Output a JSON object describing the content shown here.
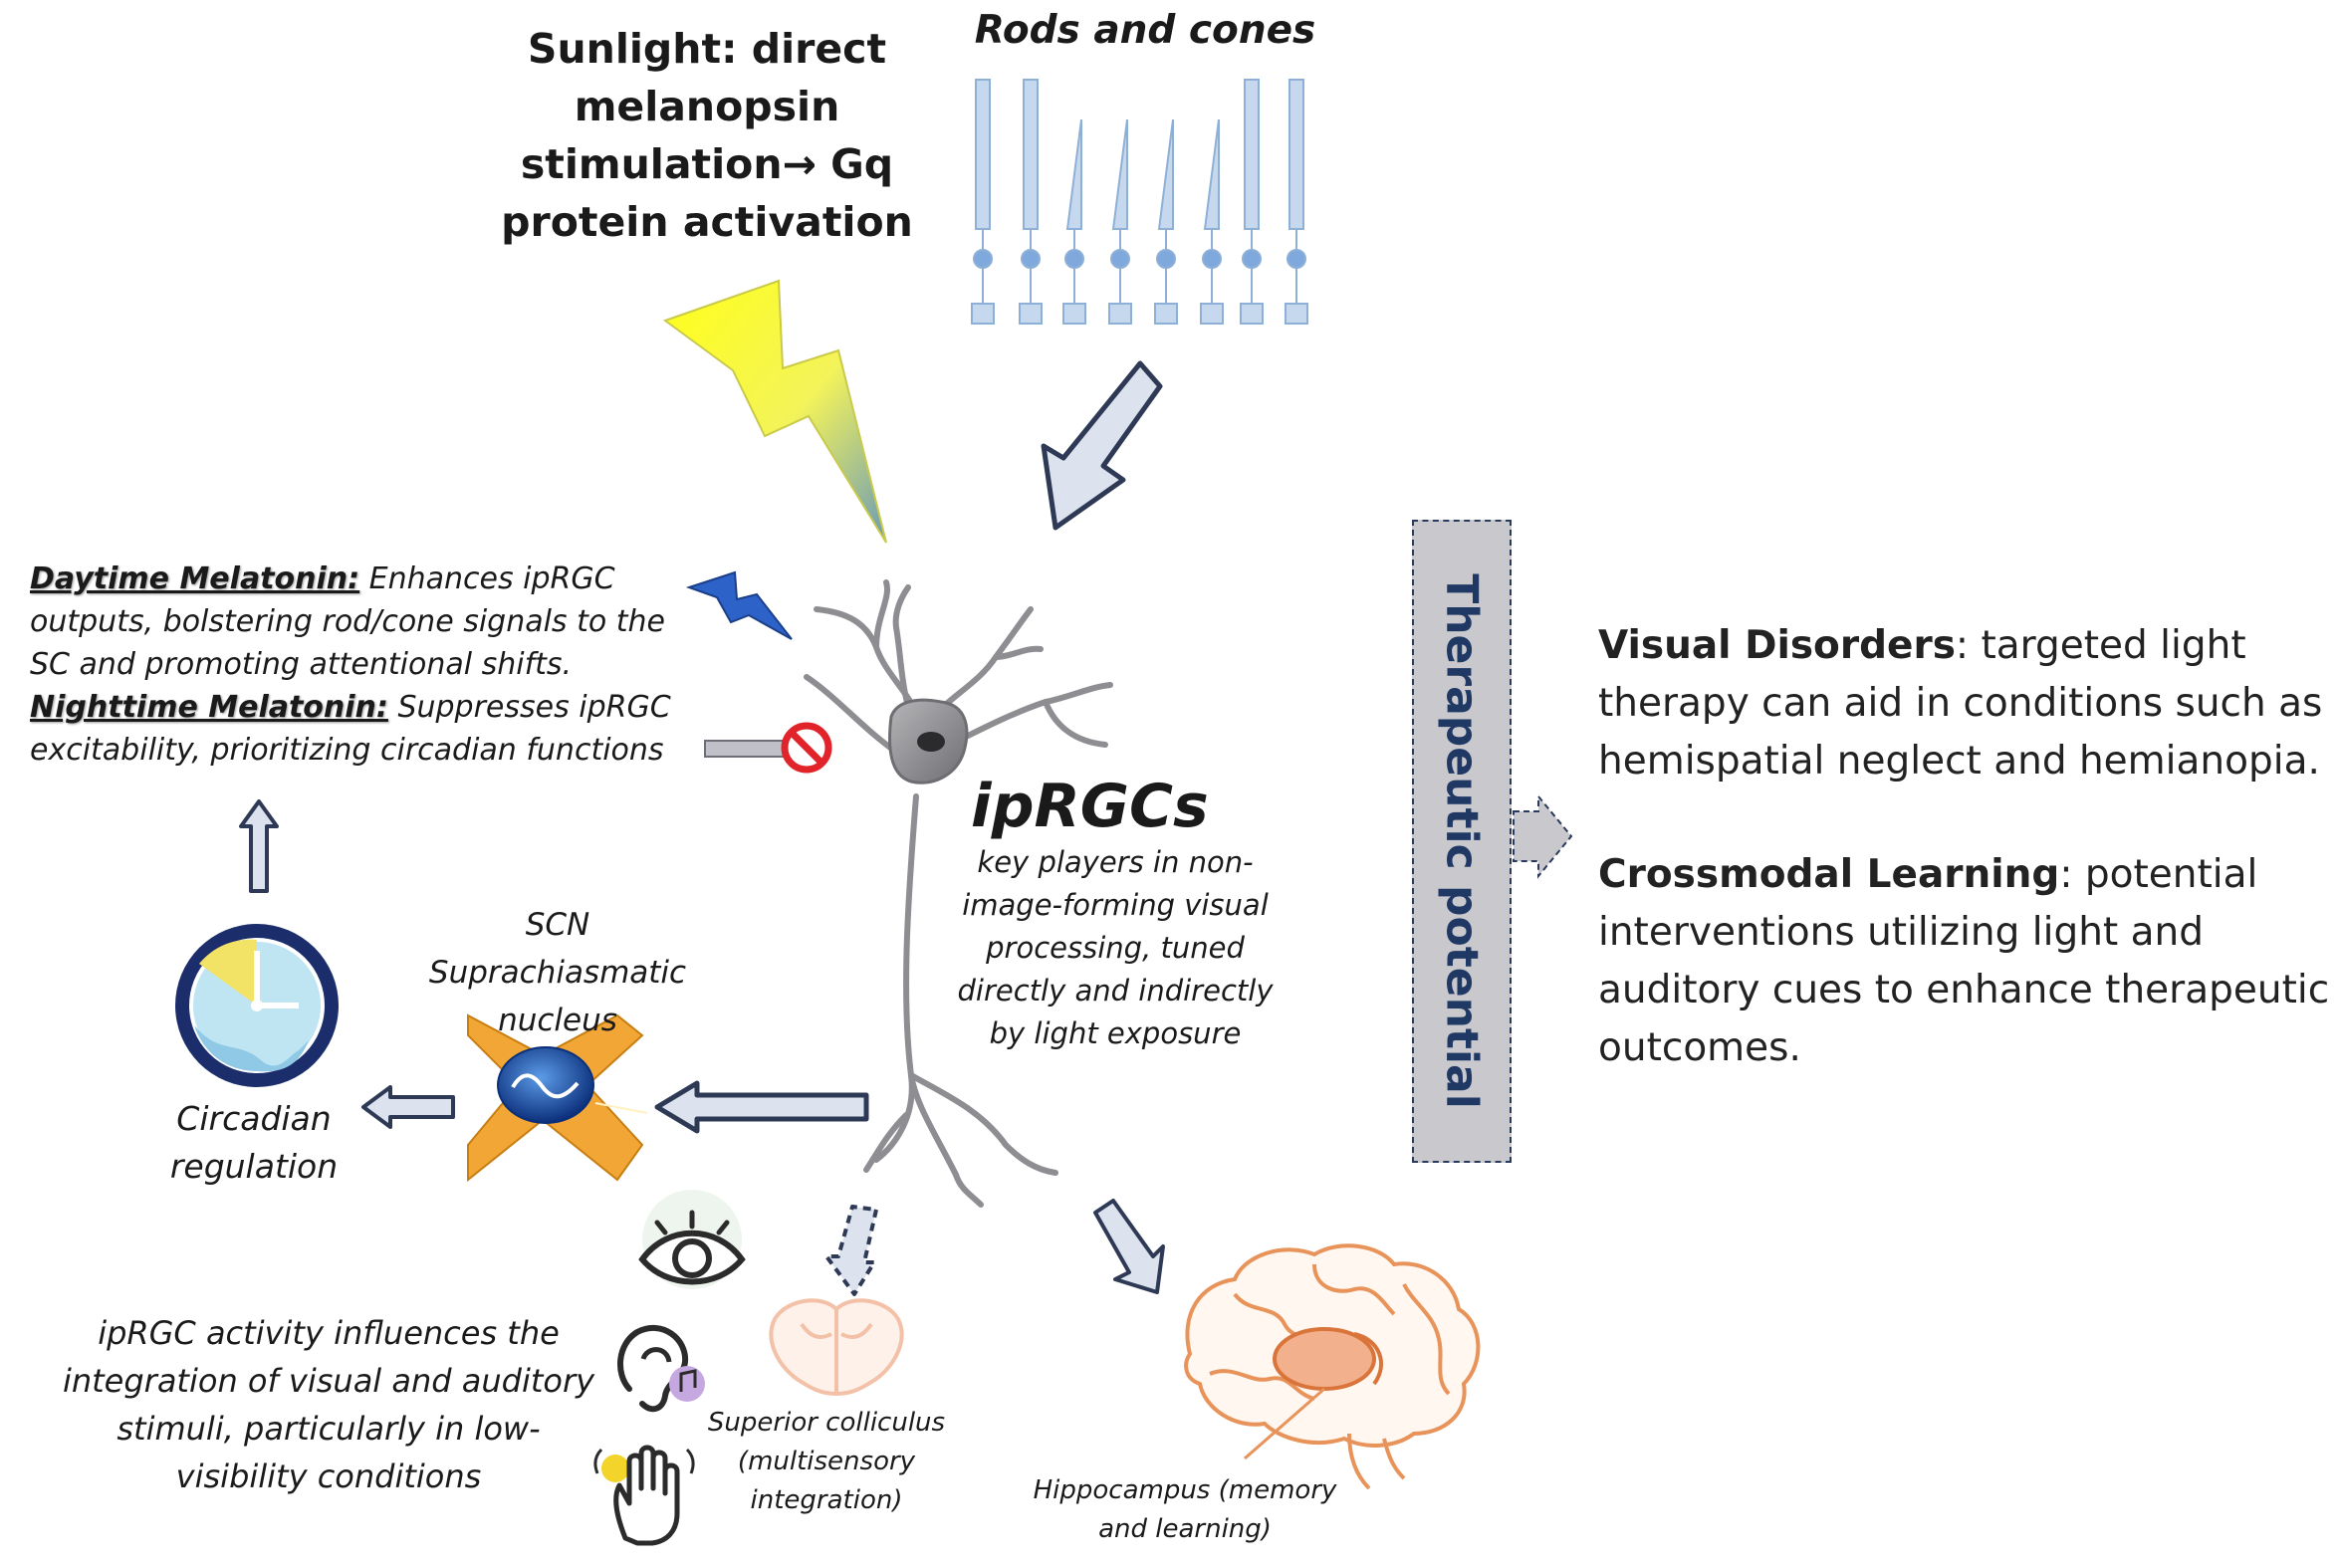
{
  "sunlight_label": "Sunlight: direct melanopsin stimulation→ Gq protein activation",
  "rods_cones_label": "Rods and cones",
  "melatonin": {
    "day_head": "Daytime Melatonin:",
    "day_text": " Enhances ipRGC outputs, bolstering rod/cone signals to the SC and promoting attentional shifts.",
    "night_head": "Nighttime Melatonin:",
    "night_text": " Suppresses ipRGC excitability, prioritizing circadian functions"
  },
  "iprgc": {
    "title": "ipRGCs",
    "description": "key players in non-image-forming visual processing, tuned directly and indirectly by light exposure"
  },
  "scn_label": "SCN Suprachiasmatic nucleus",
  "circadian_label": "Circadian regulation",
  "integration_text": "ipRGC activity influences the integration of visual and auditory stimuli, particularly in low-visibility conditions",
  "sc_label": "Superior colliculus (multisensory integration)",
  "hippocampus_label": "Hippocampus (memory and learning)",
  "therapeutic_label": "Therapeutic potential",
  "outcomes": [
    {
      "head": "Visual Disorders",
      "text": ": targeted light therapy can aid in conditions such as hemispatial neglect and hemianopia."
    },
    {
      "head": "Crossmodal Learning",
      "text": ": potential interventions utilizing light and auditory cues to enhance therapeutic outcomes."
    }
  ],
  "colors": {
    "arrow_fill": "#dde3ee",
    "arrow_stroke": "#2e3a55",
    "lightning": "#ffff1a",
    "therapeutic_text": "#1f3864",
    "brain": "#e8935a",
    "inhibit": "#e0242a",
    "neuron": "#8e8e92"
  }
}
